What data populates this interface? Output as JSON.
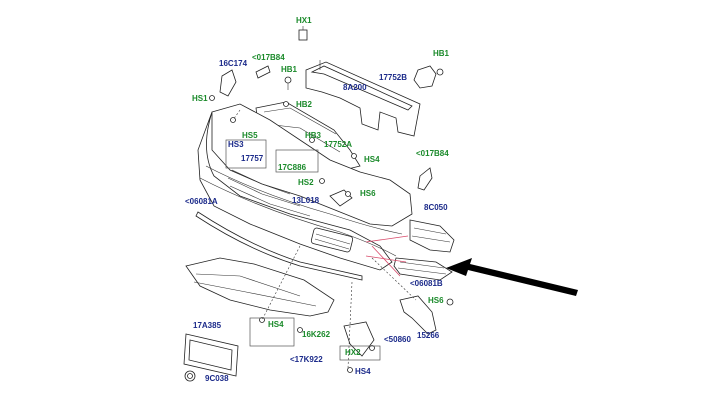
{
  "labels": {
    "hx1": "HX1",
    "f017b84_top": "<017B84",
    "c16c174": "16C174",
    "hb1_left": "HB1",
    "hs1": "HS1",
    "a8a200": "8A200",
    "hb1_right": "HB1",
    "c17752b": "17752B",
    "hb2": "HB2",
    "hs5": "HS5",
    "hb3": "HB3",
    "hs3": "HS3",
    "c17752a": "17752A",
    "c17757": "17757",
    "c17c886": "17C886",
    "hs4_mid": "HS4",
    "f017b84_right": "<017B84",
    "hs2_mid": "HS2",
    "hs6_mid": "HS6",
    "c13l018": "13L018",
    "f06081a": "<06081A",
    "c8c050": "8C050",
    "f06081b": "<06081B",
    "hs6_right": "HS6",
    "c15266": "15266",
    "c17a385": "17A385",
    "hs4_low": "HS4",
    "c16k262": "16K262",
    "f50860": "<50860",
    "hx2": "HX2",
    "f17k922": "<17K922",
    "c9c038": "9C038",
    "hs4_bottom": "HS4"
  },
  "colors": {
    "part_code": "#1b2a8a",
    "fastener_code": "#1a8a2a",
    "highlight": "#d84a6a",
    "arrow": "#000000"
  }
}
